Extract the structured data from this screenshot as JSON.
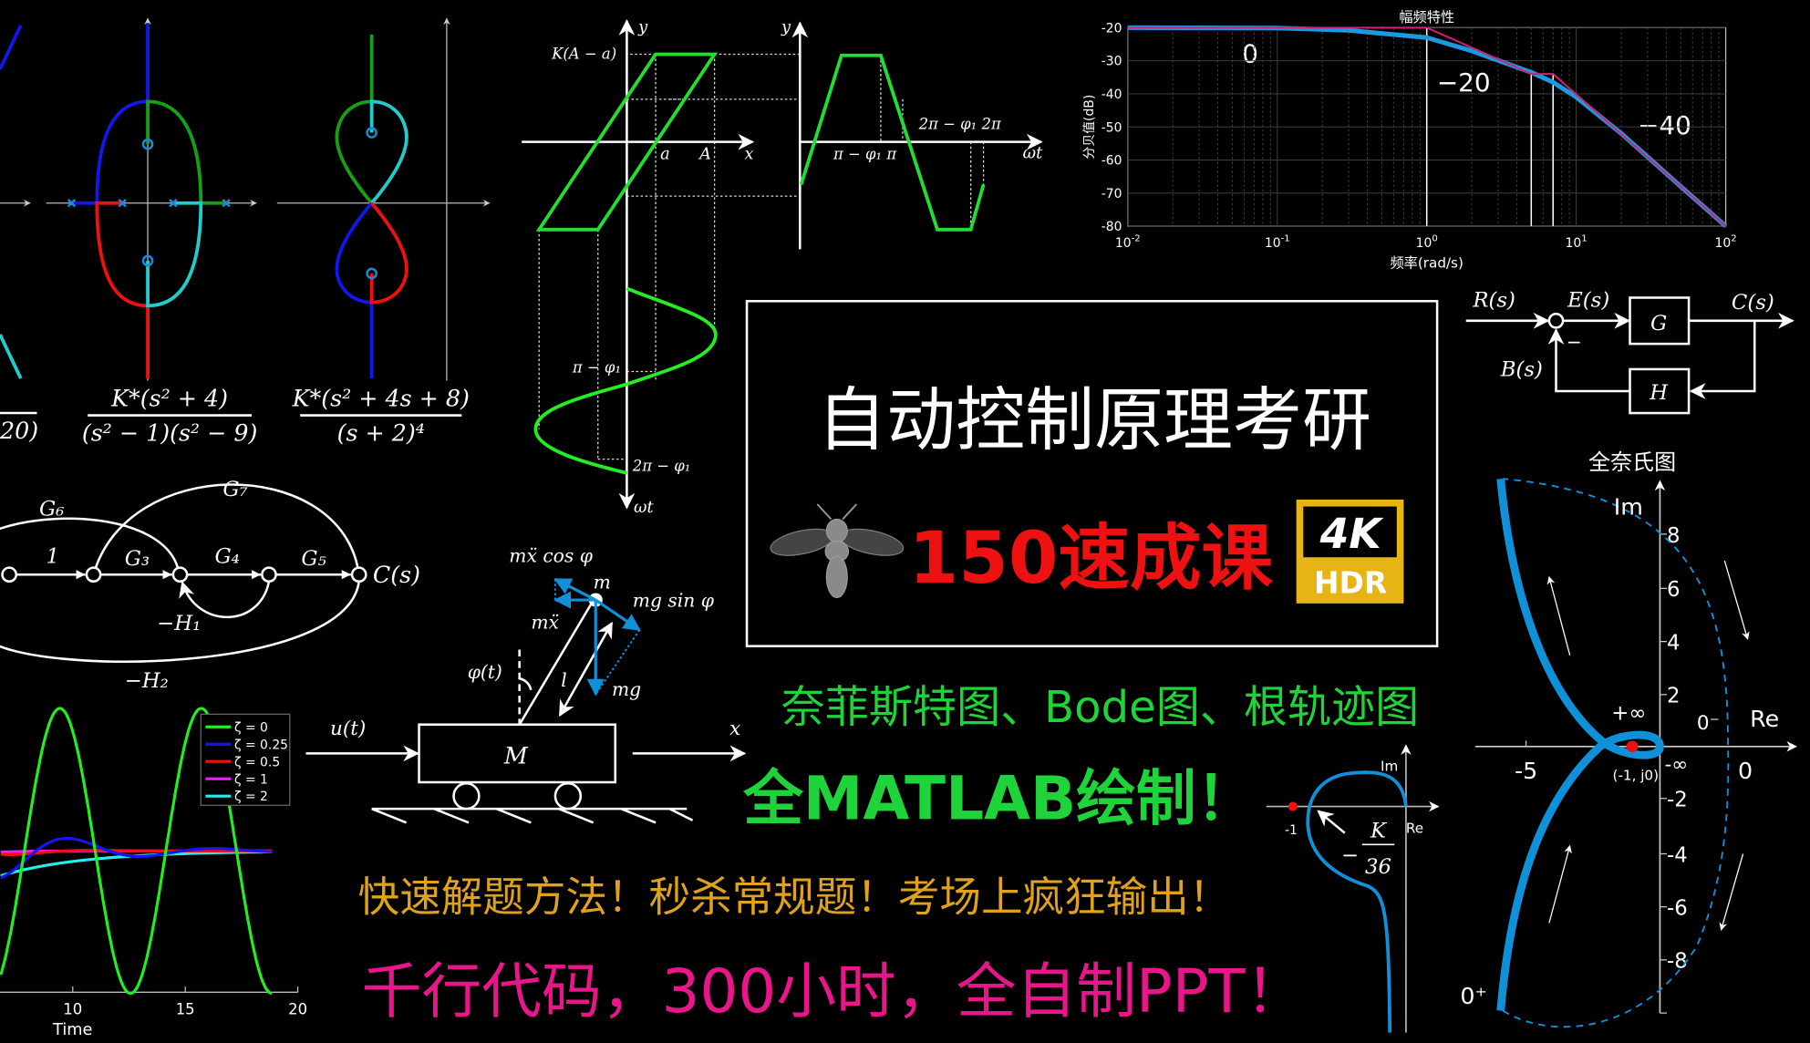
{
  "colors": {
    "background": "#000000",
    "green": "#22dd33",
    "red": "#ee1111",
    "magenta": "#e8168a",
    "orange": "#e0a21a",
    "blue": "#1090d8",
    "tagline_green": "#1fd33a",
    "gold": "#e7b416"
  },
  "title": {
    "main": "自动控制原理考研",
    "sub": "150速成课",
    "badge_top": "4K",
    "badge_bottom": "HDR",
    "icon": "bee-icon"
  },
  "taglines": {
    "plots": "奈菲斯特图、Bode图、根轨迹图",
    "matlab": "全MATLAB绘制！",
    "methods": "快速解题方法！秒杀常规题！考场上疯狂输出！",
    "effort": "千行代码，300小时，全自制PPT！"
  },
  "root_locus": {
    "partial_den": "20)",
    "tf2": {
      "num": "K*(s² + 4)",
      "den": "(s² − 1)(s² − 9)"
    },
    "tf3": {
      "num": "K*(s² + 4s + 8)",
      "den": "(s + 2)⁴"
    }
  },
  "describing_function": {
    "y1": "y",
    "kaa": "K(A − a)",
    "a": "a",
    "A": "A",
    "x": "x",
    "pi_phi": "π − φ₁",
    "two_pi_phi": "2π − φ₁",
    "wt1": "ωt",
    "y2": "y",
    "pi_phi_pi": "π − φ₁  π",
    "two_pi_phi_two_pi": "2π − φ₁  2π",
    "wt2": "ωt"
  },
  "signal_flow": {
    "g6": "G₆",
    "g7": "G₇",
    "one": "1",
    "g3": "G₃",
    "g4": "G₄",
    "g5": "G₅",
    "h1": "−H₁",
    "h2": "−H₂",
    "cs": "C(s)"
  },
  "pendulum": {
    "mx_cos": "mẍ cos φ",
    "m": "m",
    "mg_sin": "mg sin φ",
    "mx": "mẍ",
    "mg": "mg",
    "phi": "φ(t)",
    "l": "l",
    "u": "u(t)",
    "x": "x",
    "M": "M"
  },
  "block_diagram": {
    "R": "R(s)",
    "E": "E(s)",
    "G": "G",
    "C": "C(s)",
    "B": "B(s)",
    "H": "H",
    "minus": "−"
  },
  "nyquist_small": {
    "im": "Im",
    "re": "Re",
    "minus_one": "-1",
    "k": "K",
    "minus": "−",
    "den": "36"
  },
  "nyquist_full": {
    "title": "全奈氏图",
    "im": "Im",
    "re": "Re",
    "plus_inf": "+∞",
    "zero_minus": "0⁻",
    "minus_inf": "-∞",
    "critical": "(-1, j0)",
    "zero_plus": "0⁺",
    "x_ticks": [
      "-5",
      "0"
    ],
    "y_ticks": [
      "8",
      "6",
      "4",
      "2",
      "-2",
      "-4",
      "-6",
      "-8"
    ]
  },
  "chart_data": [
    {
      "type": "line",
      "title": "幅频特性",
      "xlabel": "频率(rad/s)",
      "ylabel": "分贝值(dB)",
      "xscale": "log",
      "xlim": [
        0.01,
        100
      ],
      "ylim": [
        -80,
        -20
      ],
      "xtick_labels": [
        {
          "base": "10",
          "exp": "-2"
        },
        {
          "base": "10",
          "exp": "-1"
        },
        {
          "base": "10",
          "exp": "0"
        },
        {
          "base": "10",
          "exp": "1"
        },
        {
          "base": "10",
          "exp": "2"
        }
      ],
      "yticks": [
        -20,
        -30,
        -40,
        -50,
        -60,
        -70,
        -80
      ],
      "grid": true,
      "slope_labels": [
        "0",
        "−20",
        "−40"
      ],
      "corner_frequencies": [
        1,
        5,
        7
      ],
      "series": [
        {
          "kind": "exact",
          "color": "#1a9be0",
          "x": [
            0.01,
            0.1,
            0.3,
            1,
            2,
            5,
            7,
            10,
            20,
            50,
            100
          ],
          "y": [
            -20,
            -20.1,
            -20.8,
            -23,
            -27,
            -33.5,
            -36.5,
            -41,
            -52,
            -68,
            -80
          ]
        },
        {
          "kind": "asymptote",
          "color": "#d0207a",
          "x": [
            0.01,
            1,
            5,
            7,
            100
          ],
          "y": [
            -20,
            -20,
            -34,
            -34,
            -80
          ]
        }
      ]
    },
    {
      "type": "line",
      "xlabel": "Time",
      "xticks": [
        10,
        15,
        20
      ],
      "xlim_visible": [
        6.8,
        20
      ],
      "legend": "top-right",
      "series": [
        {
          "name": "ζ = 0",
          "zeta": 0,
          "color": "#22ee22"
        },
        {
          "name": "ζ = 0.25",
          "zeta": 0.25,
          "color": "#1515ee"
        },
        {
          "name": "ζ = 0.5",
          "zeta": 0.5,
          "color": "#ee1111"
        },
        {
          "name": "ζ = 1",
          "zeta": 1,
          "color": "#ee22ee"
        },
        {
          "name": "ζ = 2",
          "zeta": 2,
          "color": "#22eeee"
        }
      ]
    }
  ]
}
